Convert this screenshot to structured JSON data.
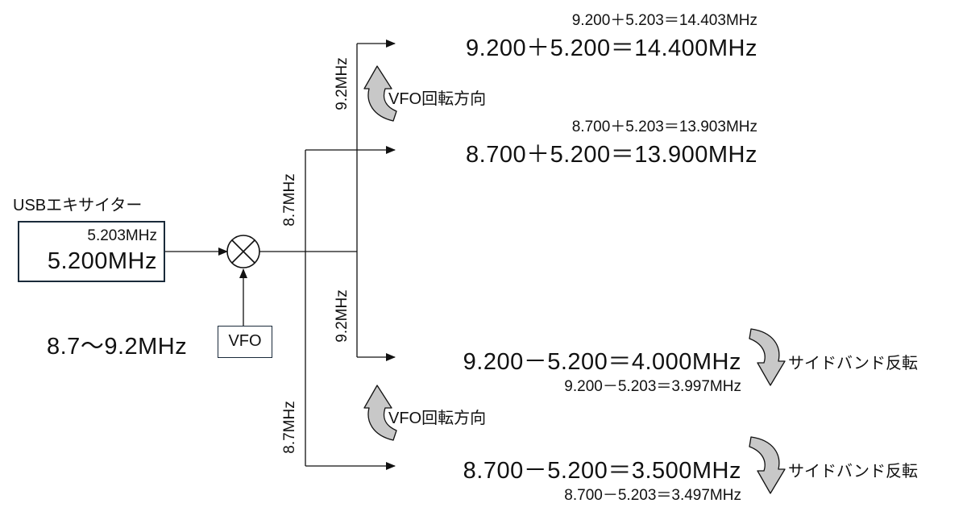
{
  "exciter": {
    "title": "USBエキサイター",
    "carrier_small": "5.203MHz",
    "carrier_large": "5.200MHz"
  },
  "vfo": {
    "label": "VFO",
    "range": "8.7～9.2MHz"
  },
  "branch_labels": {
    "upper_9_2": "9.2MHz",
    "upper_8_7": "8.7MHz",
    "lower_9_2": "9.2MHz",
    "lower_8_7": "8.7MHz"
  },
  "outputs": {
    "sum_high": {
      "small": "9.200＋5.203＝14.403MHz",
      "large": "9.200＋5.200＝14.400MHz"
    },
    "sum_low": {
      "small": "8.700＋5.203＝13.903MHz",
      "large": "8.700＋5.200＝13.900MHz"
    },
    "diff_high": {
      "large": "9.200－5.200＝4.000MHz",
      "small": "9.200－5.203＝3.997MHz"
    },
    "diff_low": {
      "large": "8.700－5.200＝3.500MHz",
      "small": "8.700－5.203＝3.497MHz"
    }
  },
  "annotations": {
    "vfo_rotation_upper": "VFO回転方向",
    "vfo_rotation_lower": "VFO回転方向",
    "sideband_inversion_1": "サイドバンド反転",
    "sideband_inversion_2": "サイドバンド反転"
  },
  "colors": {
    "line": "#111111",
    "box_border": "#1a2a3a",
    "curved_arrow_fill": "#c8c8c8"
  },
  "icons": {
    "mixer": "circle-cross-icon",
    "rotation_arrow": "curved-arrow-icon"
  }
}
